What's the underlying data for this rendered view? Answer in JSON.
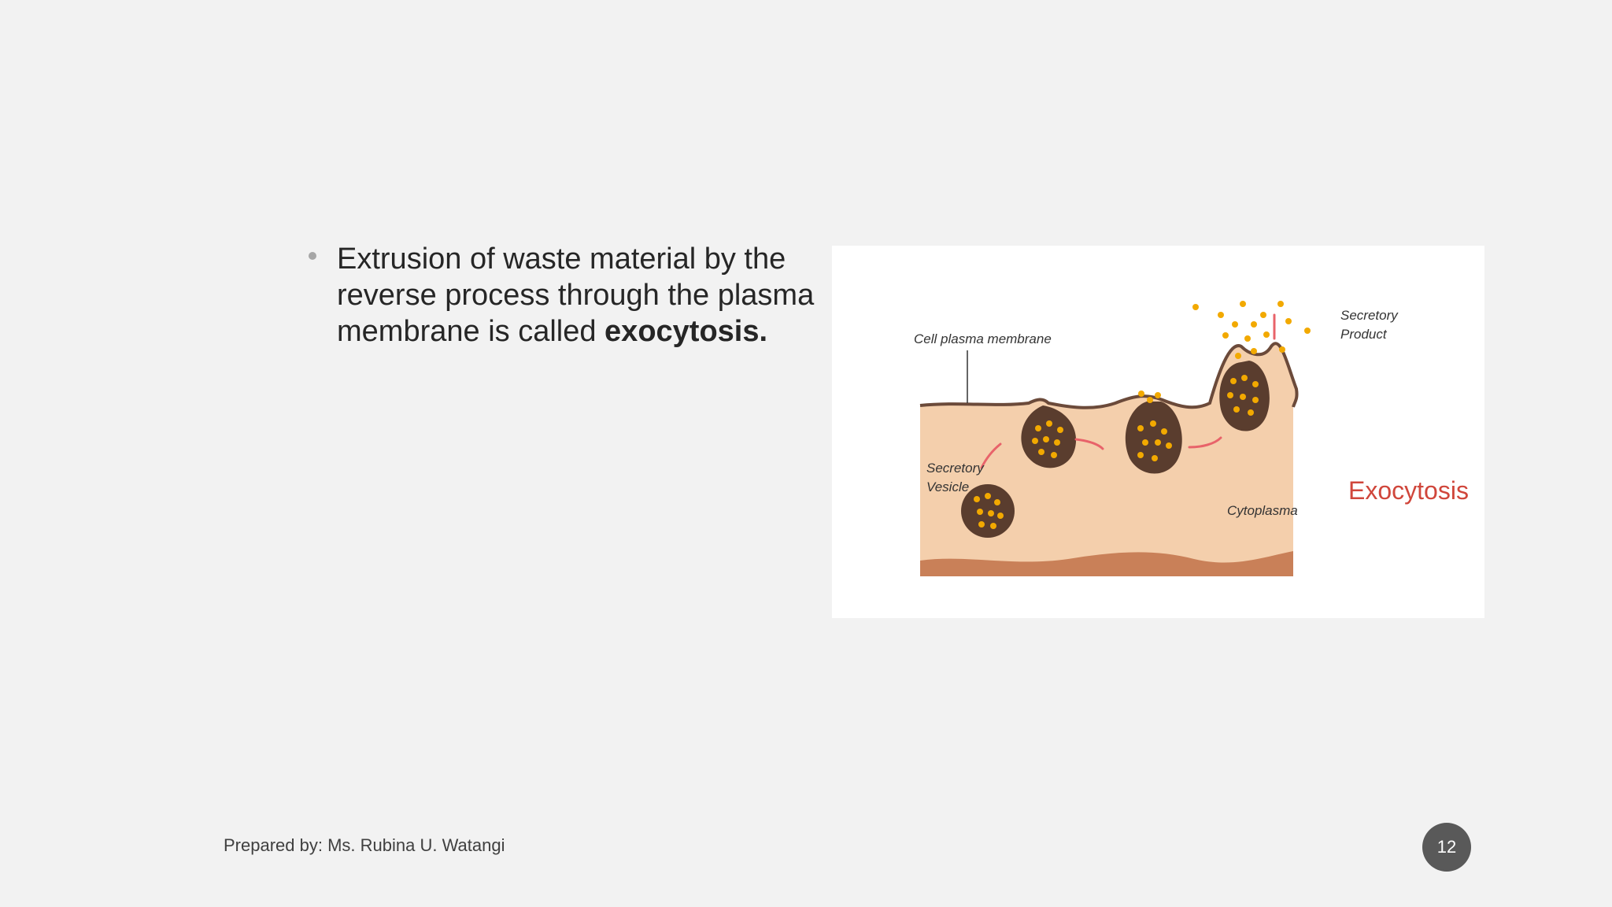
{
  "slide": {
    "bullet": {
      "text_before": "Extrusion of waste material by the reverse process through the plasma membrane is called ",
      "text_bold": "exocytosis."
    },
    "figure": {
      "title": "Exocytosis",
      "labels": {
        "membrane": "Cell plasma membrane",
        "vesicle_line1": "Secretory",
        "vesicle_line2": "Vesicle",
        "product_line1": "Secretory",
        "product_line2": "Product",
        "cytoplasma": "Cytoplasma"
      },
      "colors": {
        "cytoplasm": "#f4cfac",
        "membrane": "#6b4a3a",
        "vesicle": "#5a3d2e",
        "granule": "#f2a900",
        "arrow": "#e8636a",
        "base": "#c98058",
        "title": "#d0463b"
      }
    },
    "footer": {
      "prepared_by": "Prepared by: Ms. Rubina U. Watangi"
    },
    "page_number": "12"
  }
}
